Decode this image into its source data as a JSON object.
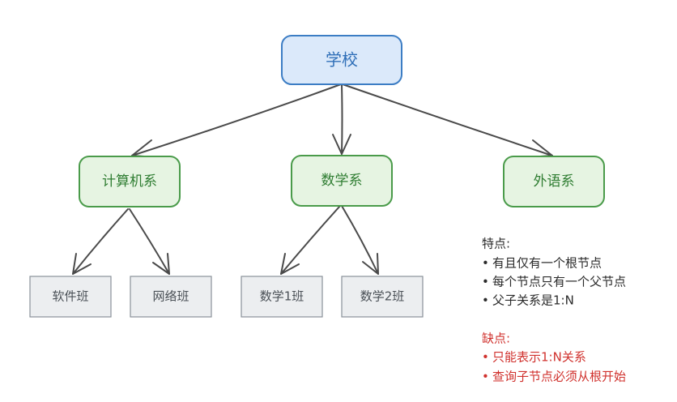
{
  "colors": {
    "root_fill": "#dbe9fa",
    "root_stroke": "#3c7dc4",
    "root_text": "#2f6fb8",
    "dept_fill": "#e6f4e2",
    "dept_stroke": "#4a9b4a",
    "dept_text": "#2f7d32",
    "class_fill": "#eceef0",
    "class_stroke": "#8a9199",
    "class_text": "#4a5056",
    "arrow": "#4a4a4a",
    "note_text": "#2a2a2a",
    "warn_text": "#d0312d"
  },
  "root": {
    "label": "学校"
  },
  "departments": [
    {
      "id": "cs",
      "label": "计算机系"
    },
    {
      "id": "math",
      "label": "数学系"
    },
    {
      "id": "lang",
      "label": "外语系"
    }
  ],
  "classes": [
    {
      "label": "软件班",
      "parent": "cs"
    },
    {
      "label": "网络班",
      "parent": "cs"
    },
    {
      "label": "数学1班",
      "parent": "math"
    },
    {
      "label": "数学2班",
      "parent": "math"
    }
  ],
  "features": {
    "title": "特点:",
    "items": [
      "有且仅有一个根节点",
      "每个节点只有一个父节点",
      "父子关系是1:N"
    ]
  },
  "drawbacks": {
    "title": "缺点:",
    "items": [
      "只能表示1:N关系",
      "查询子节点必须从根开始"
    ]
  }
}
